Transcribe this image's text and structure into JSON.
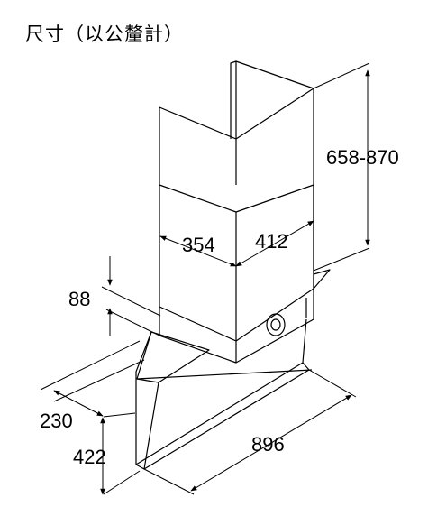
{
  "title": "尺寸（以公釐計）",
  "dimensions": {
    "height_range": "658-870",
    "depth_upper": "354",
    "width_upper": "412",
    "gap": "88",
    "canopy_depth": "230",
    "canopy_height": "422",
    "canopy_width": "896"
  },
  "colors": {
    "line": "#000000",
    "background": "#ffffff"
  }
}
